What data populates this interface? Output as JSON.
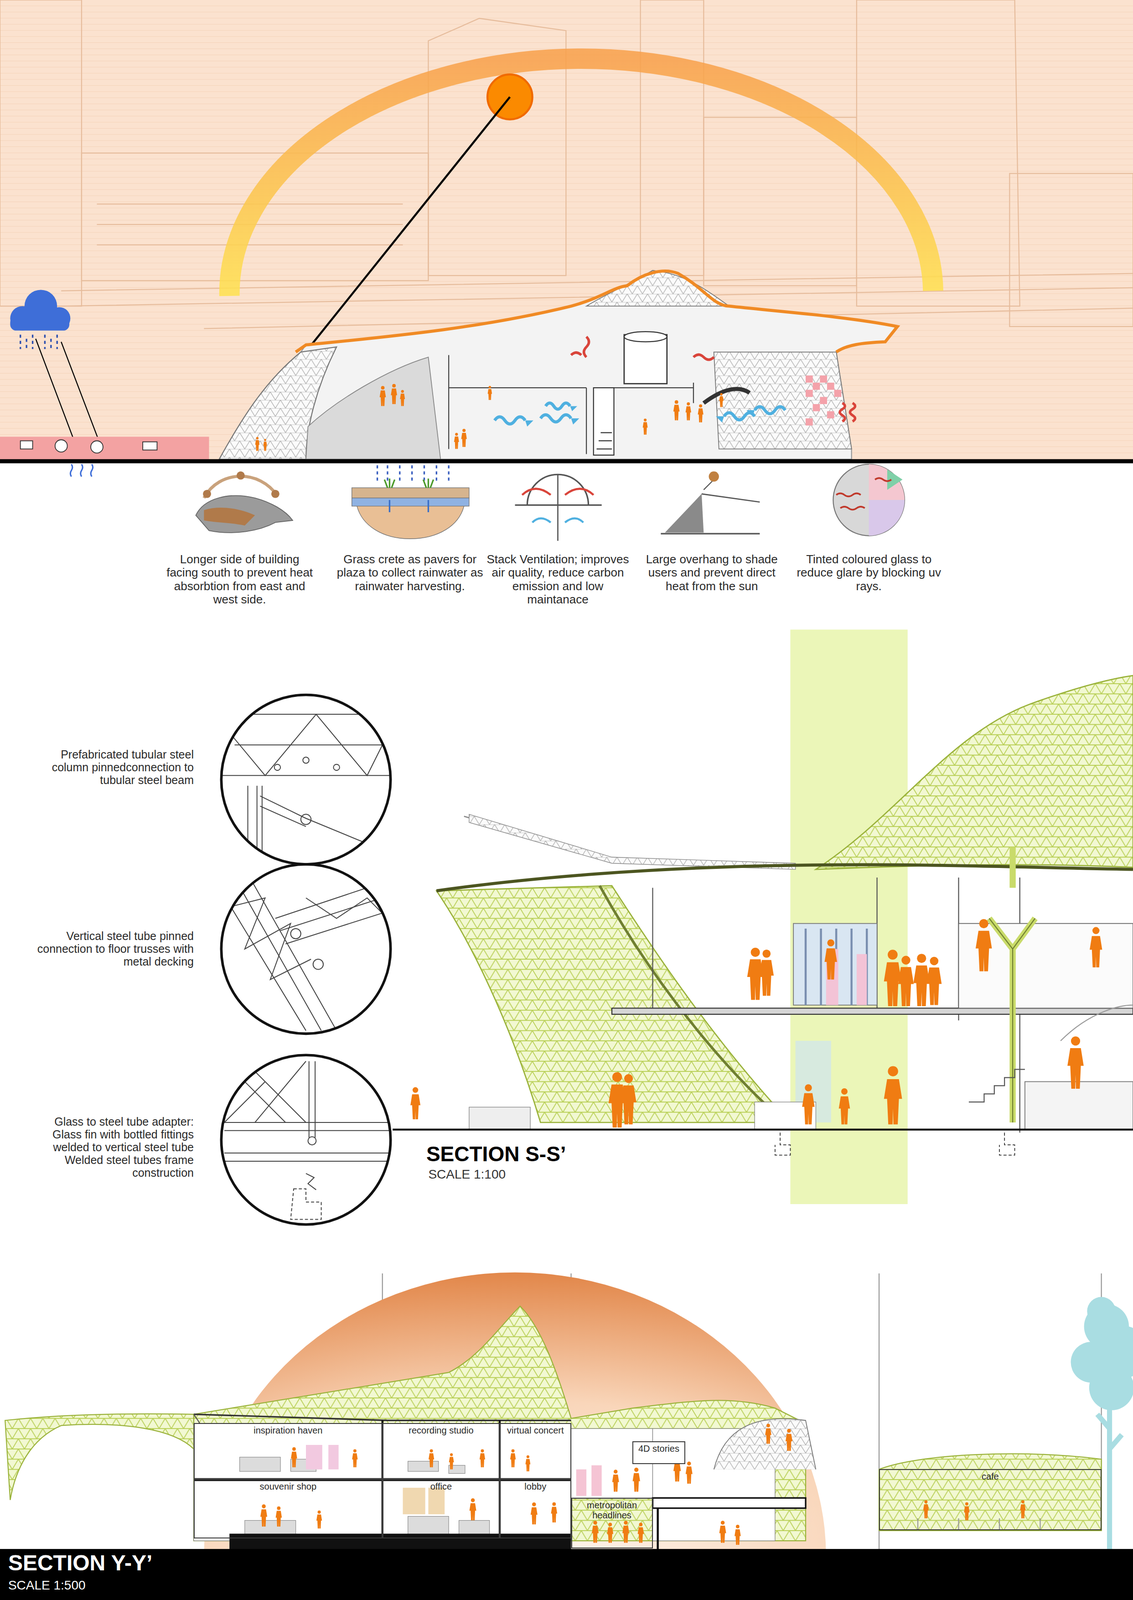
{
  "diagram": {
    "nodes": [
      {
        "text": [
          "inspiration haven"
        ]
      },
      {
        "text": [
          "recording studio"
        ]
      },
      {
        "text": [
          "virtual concert"
        ]
      },
      {
        "text": [
          "souvenir shop"
        ]
      },
      {
        "text": [
          "office"
        ]
      },
      {
        "text": [
          "lobby"
        ]
      },
      {
        "text": [
          "4D stories"
        ]
      },
      {
        "text": [
          "metropolitan headlines"
        ]
      },
      {
        "text": [
          "cafe"
        ]
      }
    ],
    "labels": [
      "Longer side of building facing south to prevent heat absorbtion from east and west side.",
      "Grass crete as pavers for plaza to collect rainwater as rainwater harvesting.",
      "Stack Ventilation; improves air quality, reduce carbon emission and low maintanace",
      "Large overhang to shade users and prevent direct heat from the sun",
      "Tinted coloured glass to reduce glare by blocking uv rays.",
      "Prefabricated tubular steel column pinnedconnection to tubular steel beam",
      "Vertical steel tube pinned connection to floor trusses with metal decking",
      "Glass to steel tube adapter: Glass fin with bottled fittings welded to vertical steel tube Welded steel tubes frame construction",
      "SECTION S-S’",
      "SCALE 1:100",
      "SECTION Y-Y’",
      "SCALE 1:500"
    ]
  }
}
